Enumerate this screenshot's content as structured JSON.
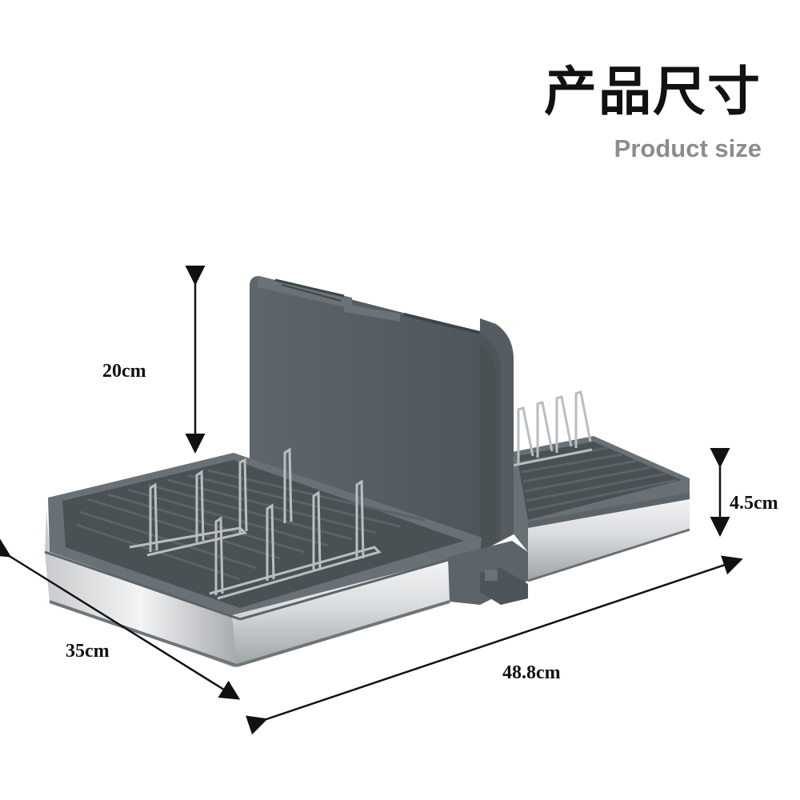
{
  "header": {
    "title_cn": "产品尺寸",
    "title_en": "Product size"
  },
  "dimensions": {
    "height": "20cm",
    "depth": "35cm",
    "width": "48.8cm",
    "tray_height": "4.5cm"
  },
  "colors": {
    "rack_gray": "#5d6469",
    "tray_dark": "#4f565a",
    "steel_light": "#e8eaeb",
    "steel_dark": "#9ea3a6",
    "wire": "#b9bec1"
  }
}
